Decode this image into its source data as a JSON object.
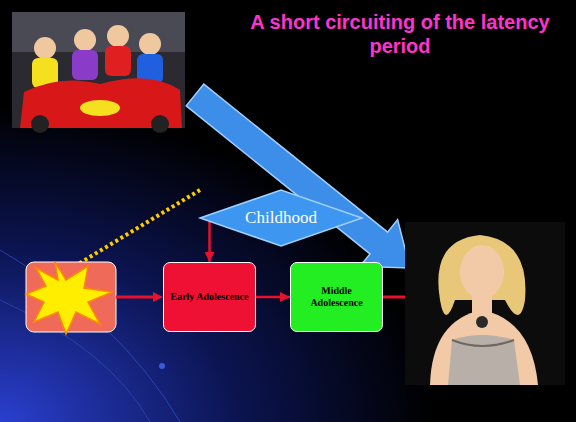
{
  "diagram": {
    "title": "A short circuiting of the latency period",
    "nodes": [
      {
        "text": [
          "Childhood"
        ]
      },
      {
        "text": [
          "Early Adolescence"
        ]
      },
      {
        "text": [
          "Middle Adolescence"
        ]
      }
    ],
    "edges": [
      {
        "from": 0,
        "to": 1,
        "arrow": "to"
      },
      {
        "from": 1,
        "to": 2,
        "arrow": "to"
      }
    ]
  }
}
